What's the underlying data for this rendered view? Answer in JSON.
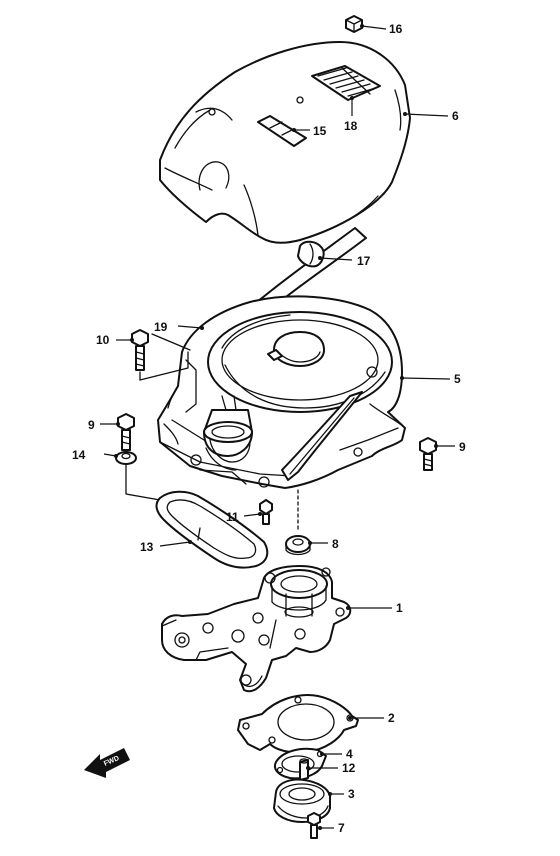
{
  "parts": [
    {
      "id": "1",
      "label": "1"
    },
    {
      "id": "2",
      "label": "2"
    },
    {
      "id": "3",
      "label": "3"
    },
    {
      "id": "4",
      "label": "4"
    },
    {
      "id": "5",
      "label": "5"
    },
    {
      "id": "6",
      "label": "6"
    },
    {
      "id": "7",
      "label": "7"
    },
    {
      "id": "8",
      "label": "8"
    },
    {
      "id": "9a",
      "label": "9"
    },
    {
      "id": "9b",
      "label": "9"
    },
    {
      "id": "10",
      "label": "10"
    },
    {
      "id": "11",
      "label": "11"
    },
    {
      "id": "12",
      "label": "12"
    },
    {
      "id": "13",
      "label": "13"
    },
    {
      "id": "14",
      "label": "14"
    },
    {
      "id": "15",
      "label": "15"
    },
    {
      "id": "16",
      "label": "16"
    },
    {
      "id": "17",
      "label": "17"
    },
    {
      "id": "18",
      "label": "18"
    },
    {
      "id": "19",
      "label": "19"
    }
  ],
  "direction_badge": "FWD",
  "colors": {
    "ink": "#111111",
    "paper": "#ffffff"
  }
}
